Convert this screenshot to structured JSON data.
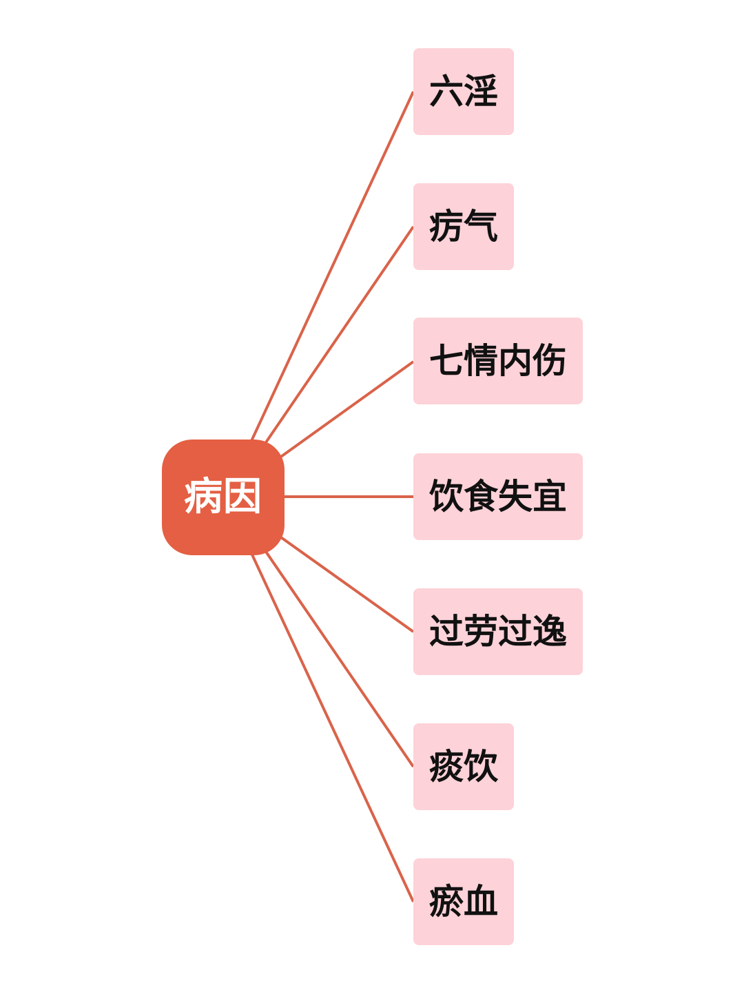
{
  "diagram": {
    "root": {
      "label": "病因"
    },
    "children": [
      {
        "label": "六淫"
      },
      {
        "label": "疠气"
      },
      {
        "label": "七情内伤"
      },
      {
        "label": "饮食失宜"
      },
      {
        "label": "过劳过逸"
      },
      {
        "label": "痰饮"
      },
      {
        "label": "瘀血"
      }
    ],
    "colors": {
      "root_fill": "#e45f43",
      "child_fill": "#fdd2d8",
      "connector": "#d9634a"
    }
  }
}
